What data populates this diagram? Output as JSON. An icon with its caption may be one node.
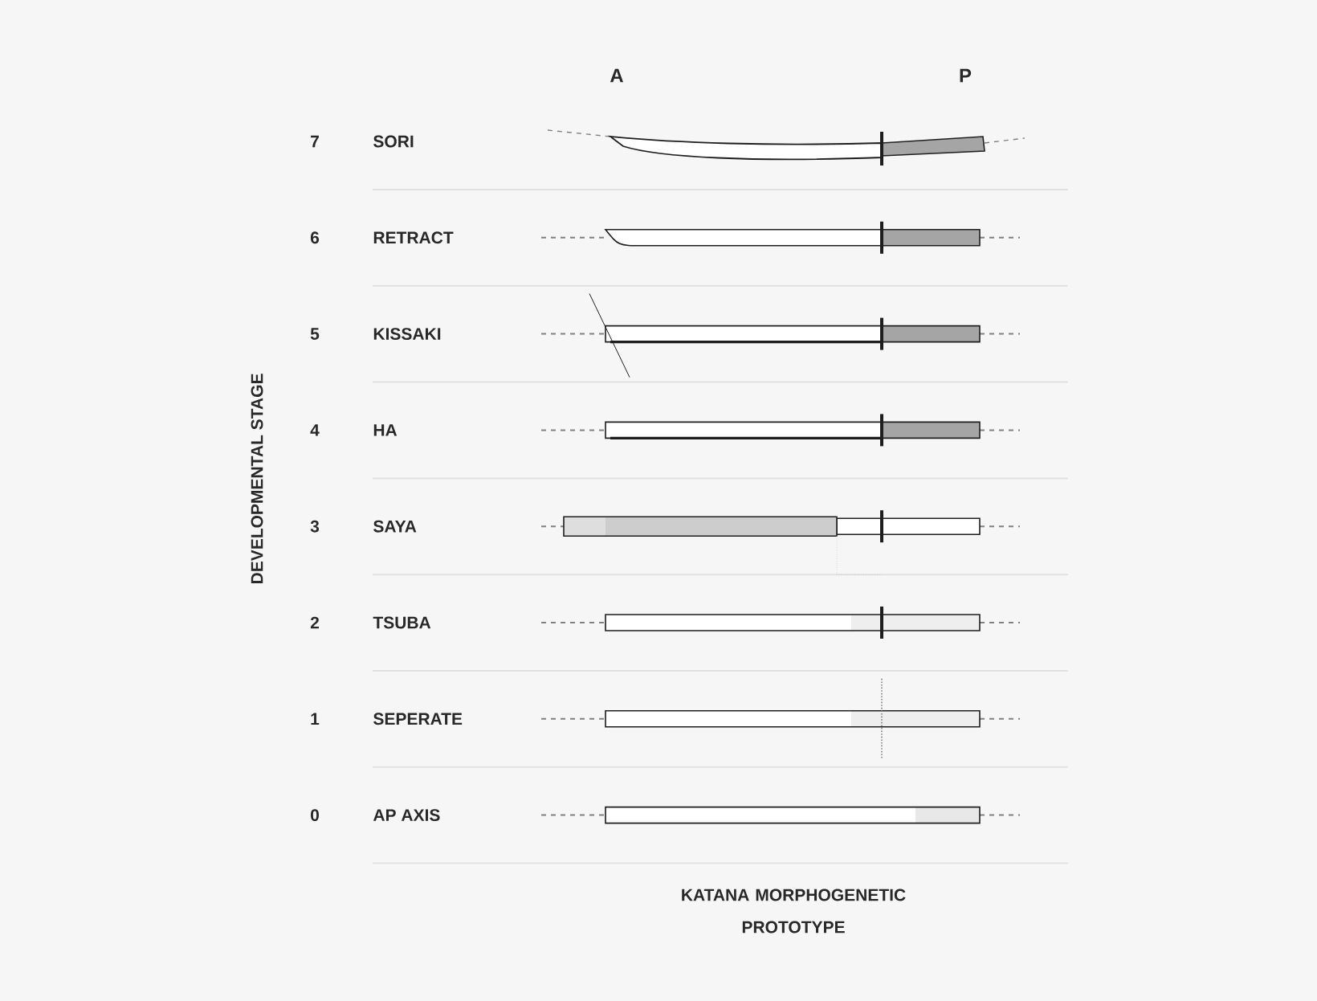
{
  "diagram": {
    "caption": "KATANA MORPHOGENETIC PROTOTYPE",
    "labels": [
      "A",
      "P",
      "7",
      "SORI",
      "6",
      "RETRACT",
      "5",
      "KISSAKI",
      "4",
      "HA",
      "3",
      "SAYA",
      "2",
      "TSUBA",
      "1",
      "SEPERATE",
      "0",
      "AP AXIS",
      "DEVELOPMENTAL STAGE"
    ]
  }
}
